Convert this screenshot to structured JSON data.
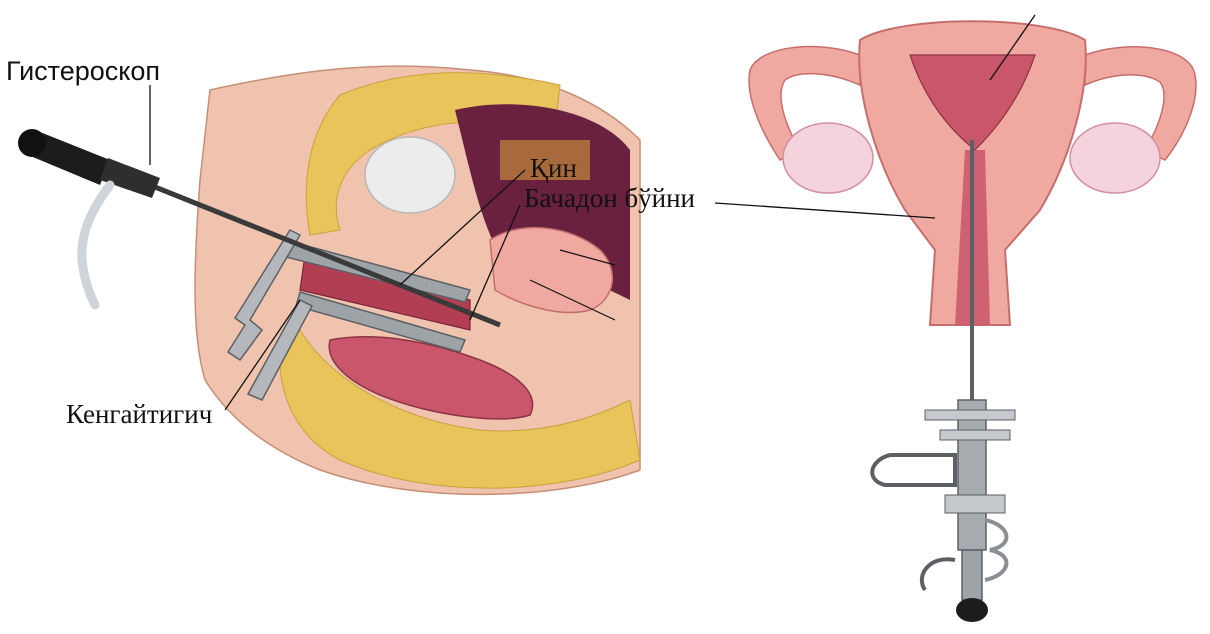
{
  "labels": {
    "hysteroscope": "Гистероскоп",
    "speculum": "Кенгайтигич",
    "vagina": "Қин",
    "cervix": "Бачадон бўйни"
  },
  "colors": {
    "tissue_pink": "#f0a9a0",
    "tissue_dark": "#c9566a",
    "fat_yellow": "#e8c45a",
    "skin": "#e9b9a3",
    "metal": "#8b8f94",
    "label_patch": "#a86a3c"
  }
}
